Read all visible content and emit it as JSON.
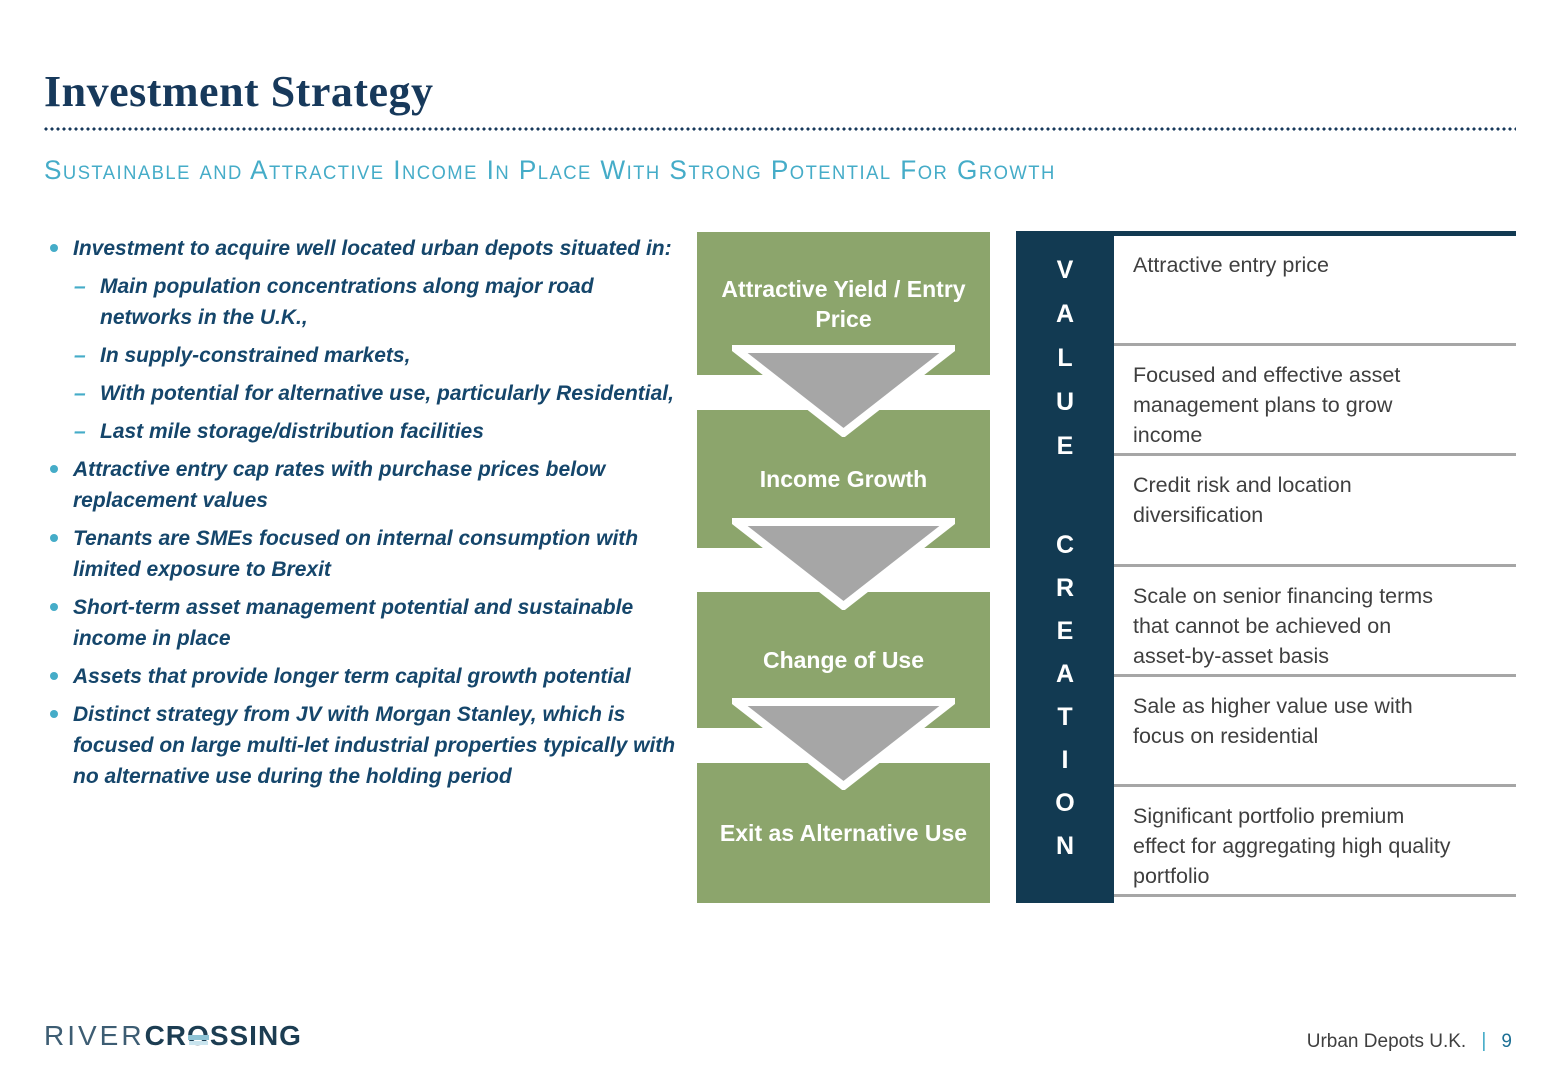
{
  "slide": {
    "title": "Investment Strategy",
    "subtitle": "Sustainable and Attractive Income In Place With Strong Potential For Growth"
  },
  "bullets": [
    {
      "text": "Investment to acquire well located urban depots situated in:",
      "subs": [
        "Main population concentrations along major road networks in the U.K.,",
        "In supply-constrained markets,",
        "With potential for alternative use, particularly Residential,",
        "Last mile storage/distribution facilities"
      ]
    },
    {
      "text": "Attractive entry cap rates with purchase prices below replacement values",
      "subs": []
    },
    {
      "text": "Tenants are SMEs focused on internal consumption with limited exposure to Brexit",
      "subs": []
    },
    {
      "text": "Short-term asset management potential and sustainable income in place",
      "subs": []
    },
    {
      "text": "Assets that provide longer term capital growth potential",
      "subs": []
    },
    {
      "text": "Distinct strategy from JV with Morgan Stanley, which is focused on large multi-let industrial properties typically with no alternative use during the holding period",
      "subs": []
    }
  ],
  "flow": {
    "steps": [
      "Attractive Yield / Entry Price",
      "Income Growth",
      "Change of Use",
      "Exit as Alternative Use"
    ]
  },
  "value_creation": {
    "vertical_label_top": "VALUE",
    "vertical_label_bottom": "CREATION",
    "items": [
      "Attractive entry price",
      "Focused and effective asset management plans to grow income",
      "Credit risk and location diversification",
      "Scale on senior financing terms that cannot be achieved on asset-by-asset basis",
      "Sale as higher value use with focus on residential",
      "Significant portfolio premium effect for aggregating high quality portfolio"
    ]
  },
  "footer": {
    "brand_river": "RIVER",
    "brand_crossing_pre": "CR",
    "brand_o": "O",
    "brand_crossing_post": "SSING",
    "project": "Urban Depots U.K.",
    "divider": "|",
    "page": "9"
  },
  "colors": {
    "navy": "#123A52",
    "title_navy": "#17395B",
    "text_navy": "#15466B",
    "accent": "#45ACC8",
    "green": "#8CA56C",
    "gray": "#A6A6A6",
    "row_text": "#3F3F3F",
    "page_num": "#1D7095",
    "logo_dark": "#1C3D52",
    "logo_light": "#3D5D73",
    "stripe1": "#8FC4D6",
    "stripe2": "#C9E4EE"
  }
}
